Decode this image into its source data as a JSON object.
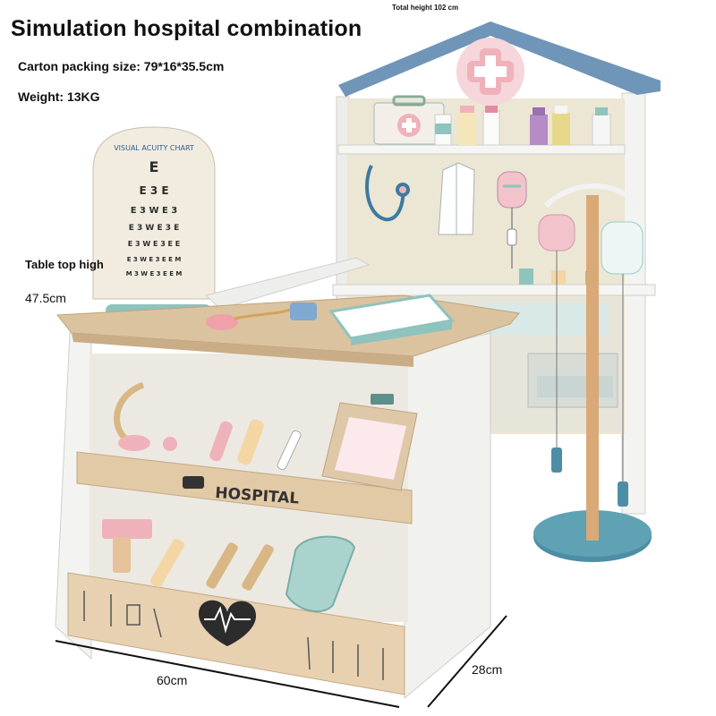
{
  "header": {
    "title": "Simulation hospital combination",
    "carton_packing_size": "Carton packing size: 79*16*35.5cm",
    "weight": "Weight: 13KG"
  },
  "dimensions": {
    "total_height": "Total height 102 cm",
    "table_top_label": "Table top high",
    "table_top_value": "47.5cm",
    "width": "60cm",
    "depth": "28cm"
  },
  "product": {
    "vision_chart_title": "VISUAL ACUITY CHART",
    "vision_chart_rows": [
      "E",
      "E 3 E",
      "E 3 W E 3",
      "E 3 W E 3 E",
      "E 3 W E 3 E E",
      "E 3 W E 3 E E M",
      "M 3 W E 3 E E M"
    ],
    "hospital_sign": "HOSPITAL",
    "colors": {
      "roof": "#6f95b8",
      "wood": "#dcc3a0",
      "cabinet": "#f1f1ee",
      "teal": "#8fc3bd",
      "pink": "#f0b2ba"
    }
  }
}
